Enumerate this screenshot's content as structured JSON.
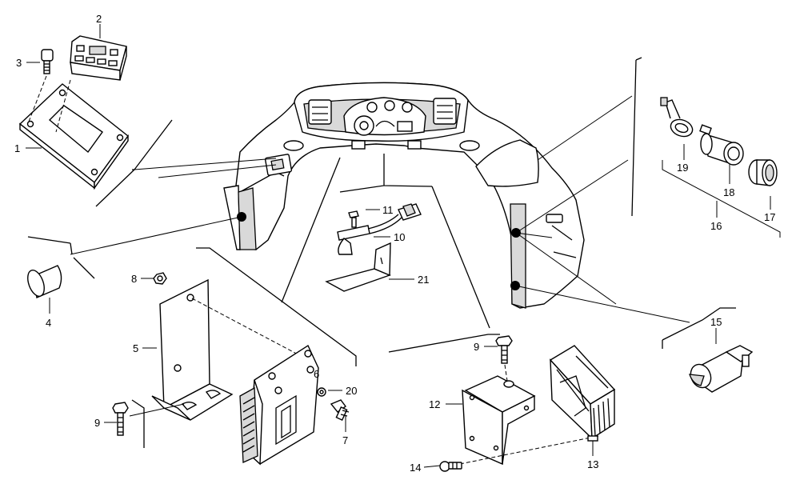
{
  "callouts": [
    {
      "id": "c1",
      "text": "1"
    },
    {
      "id": "c2",
      "text": "2"
    },
    {
      "id": "c3",
      "text": "3"
    },
    {
      "id": "c4",
      "text": "4"
    },
    {
      "id": "c5",
      "text": "5"
    },
    {
      "id": "c6",
      "text": "6"
    },
    {
      "id": "c7",
      "text": "7"
    },
    {
      "id": "c8",
      "text": "8"
    },
    {
      "id": "c9a",
      "text": "9"
    },
    {
      "id": "c9b",
      "text": "9"
    },
    {
      "id": "c10",
      "text": "10"
    },
    {
      "id": "c11",
      "text": "11"
    },
    {
      "id": "c12",
      "text": "12"
    },
    {
      "id": "c13",
      "text": "13"
    },
    {
      "id": "c14",
      "text": "14"
    },
    {
      "id": "c15",
      "text": "15"
    },
    {
      "id": "c16",
      "text": "16"
    },
    {
      "id": "c17",
      "text": "17"
    },
    {
      "id": "c18",
      "text": "18"
    },
    {
      "id": "c19",
      "text": "19"
    },
    {
      "id": "c20",
      "text": "20"
    },
    {
      "id": "c21",
      "text": "21"
    }
  ]
}
